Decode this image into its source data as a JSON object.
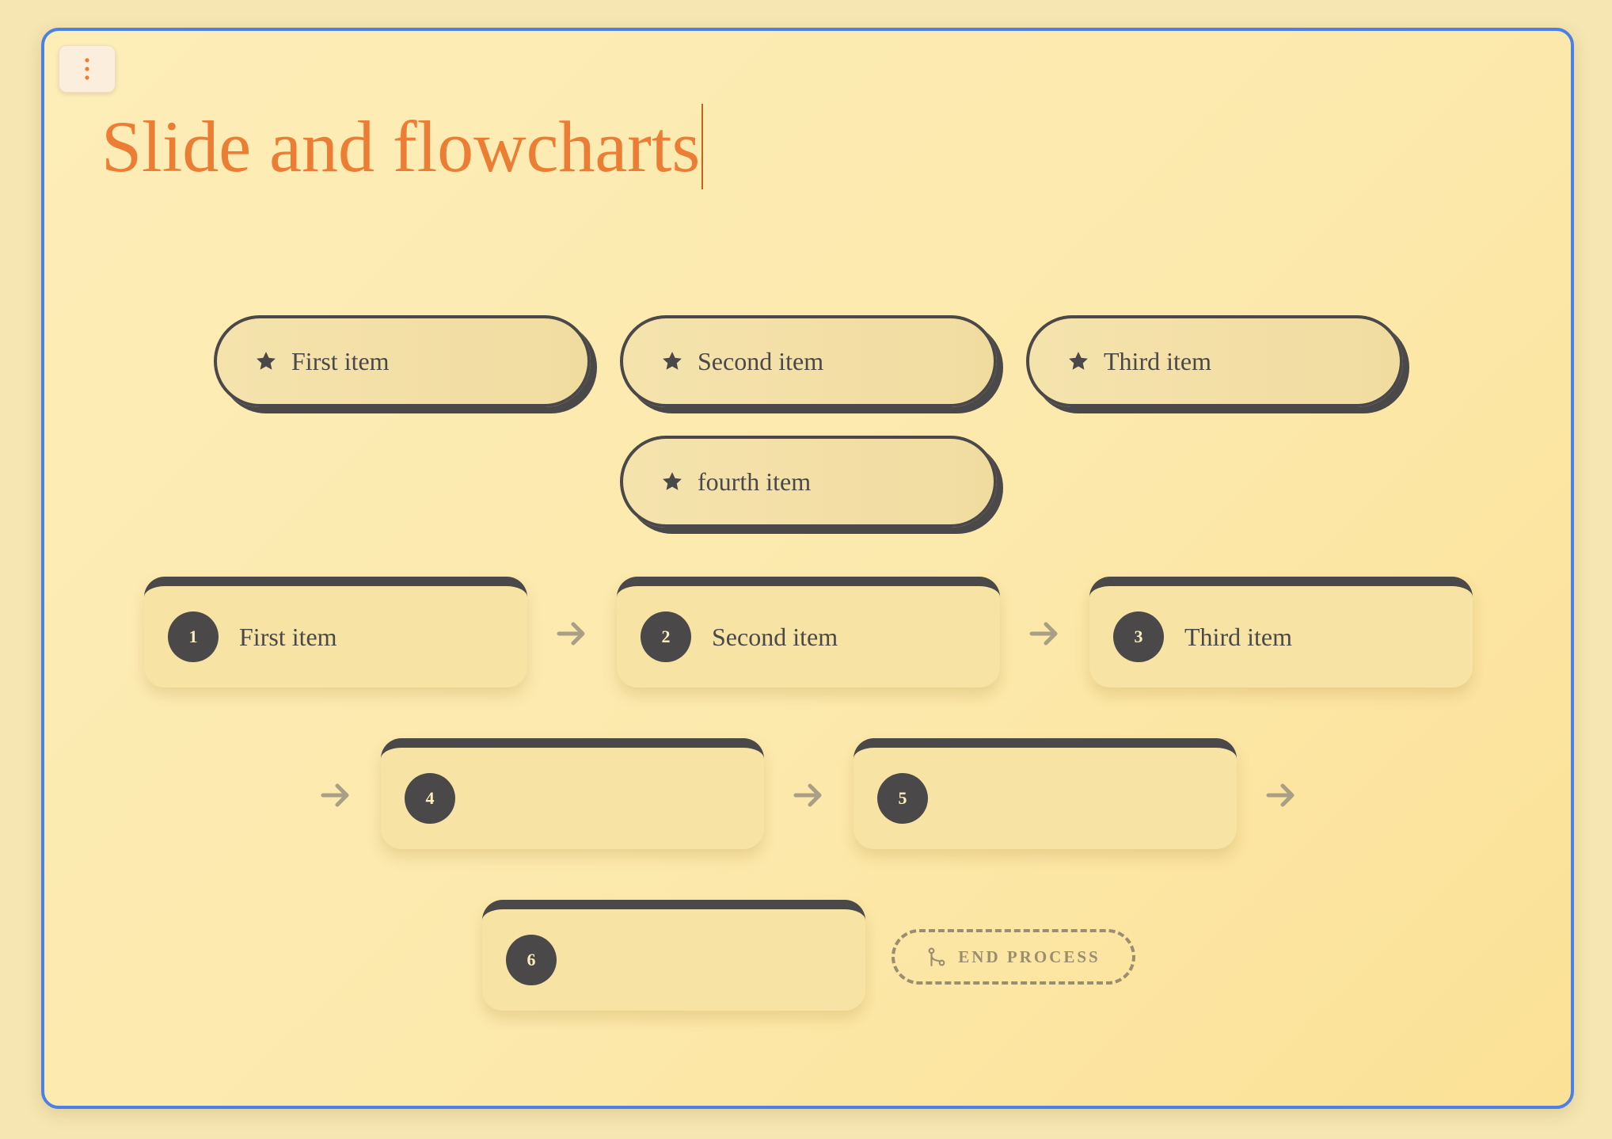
{
  "slide": {
    "title": "Slide and flowcharts",
    "menu_icon": "more-vertical-icon"
  },
  "pills": [
    {
      "label": "First item",
      "icon": "star-icon"
    },
    {
      "label": "Second item",
      "icon": "star-icon"
    },
    {
      "label": "Third item",
      "icon": "star-icon"
    },
    {
      "label": "fourth item",
      "icon": "star-icon"
    }
  ],
  "steps": [
    {
      "number": "1",
      "label": "First item"
    },
    {
      "number": "2",
      "label": "Second item"
    },
    {
      "number": "3",
      "label": "Third item"
    },
    {
      "number": "4",
      "label": ""
    },
    {
      "number": "5",
      "label": ""
    },
    {
      "number": "6",
      "label": ""
    }
  ],
  "end_process": {
    "label": "END PROCESS",
    "icon": "git-branch-icon"
  },
  "colors": {
    "accent": "#ec7d35",
    "dark": "#4a4848",
    "border": "#4a80e8",
    "arrow": "#a89f86"
  }
}
